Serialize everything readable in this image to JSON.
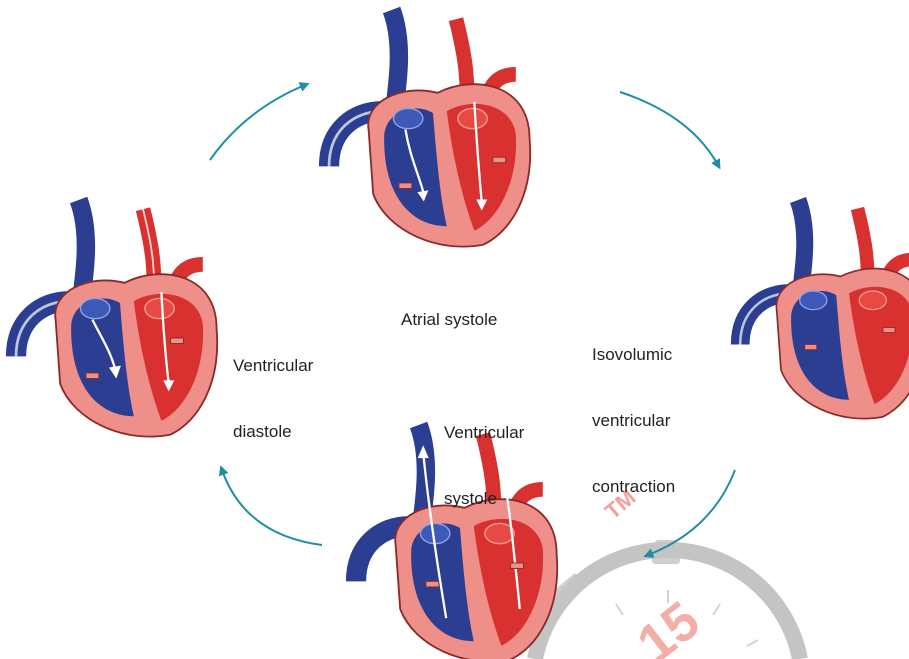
{
  "diagram": {
    "stages": [
      {
        "label_lines": [
          "Atrial systole"
        ]
      },
      {
        "label_lines": [
          "Isovolumic",
          "ventricular",
          "contraction"
        ]
      },
      {
        "label_lines": [
          "Ventricular",
          "systole"
        ]
      },
      {
        "label_lines": [
          "Ventricular",
          "diastole"
        ]
      }
    ],
    "watermark": {
      "tm": "TM",
      "number": "15"
    },
    "colors": {
      "arrow": "#1e8ea6",
      "vein_blue": "#2b3e92",
      "artery_red": "#d9312f",
      "heart_wall": "#ef8f8a",
      "heart_outline": "#8a2a2a",
      "watermark_gray": "#c4c4c4",
      "watermark_red": "#f2a09a"
    }
  }
}
